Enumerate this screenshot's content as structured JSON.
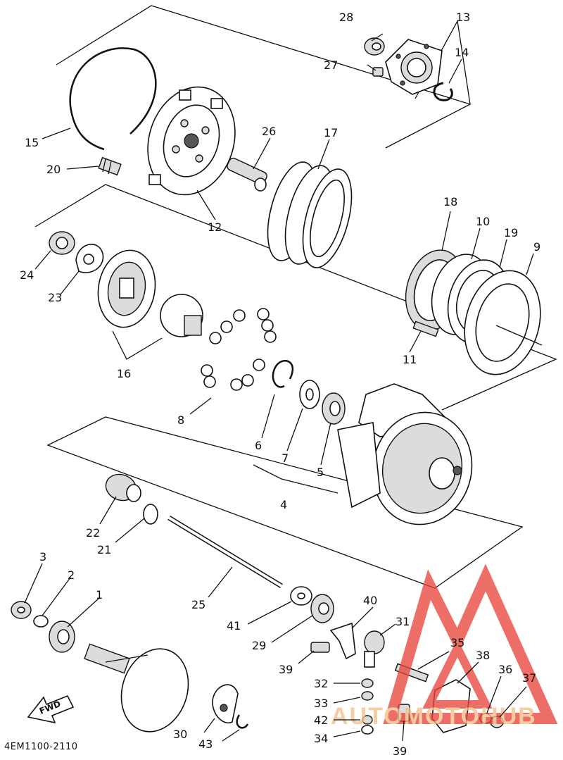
{
  "diagram": {
    "code": "4EM1100-2110",
    "fwd_label": "FWD",
    "watermark": {
      "text": "AUTOMOTOHUB",
      "color": "#e8463c"
    },
    "labels": {
      "p1": "1",
      "p2": "2",
      "p3": "3",
      "p4": "4",
      "p5": "5",
      "p6": "6",
      "p7": "7",
      "p8": "8",
      "p9": "9",
      "p10": "10",
      "p11": "11",
      "p12": "12",
      "p13": "13",
      "p14": "14",
      "p15": "15",
      "p16": "16",
      "p17": "17",
      "p18": "18",
      "p19": "19",
      "p20": "20",
      "p21": "21",
      "p22": "22",
      "p23": "23",
      "p24": "24",
      "p25": "25",
      "p26": "26",
      "p27": "27",
      "p28": "28",
      "p29": "29",
      "p30": "30",
      "p31": "31",
      "p32": "32",
      "p33": "33",
      "p34": "34",
      "p35": "35",
      "p36": "36",
      "p37": "37",
      "p38": "38",
      "p39a": "39",
      "p39b": "39",
      "p40": "40",
      "p41": "41",
      "p42": "42",
      "p43": "43"
    }
  }
}
